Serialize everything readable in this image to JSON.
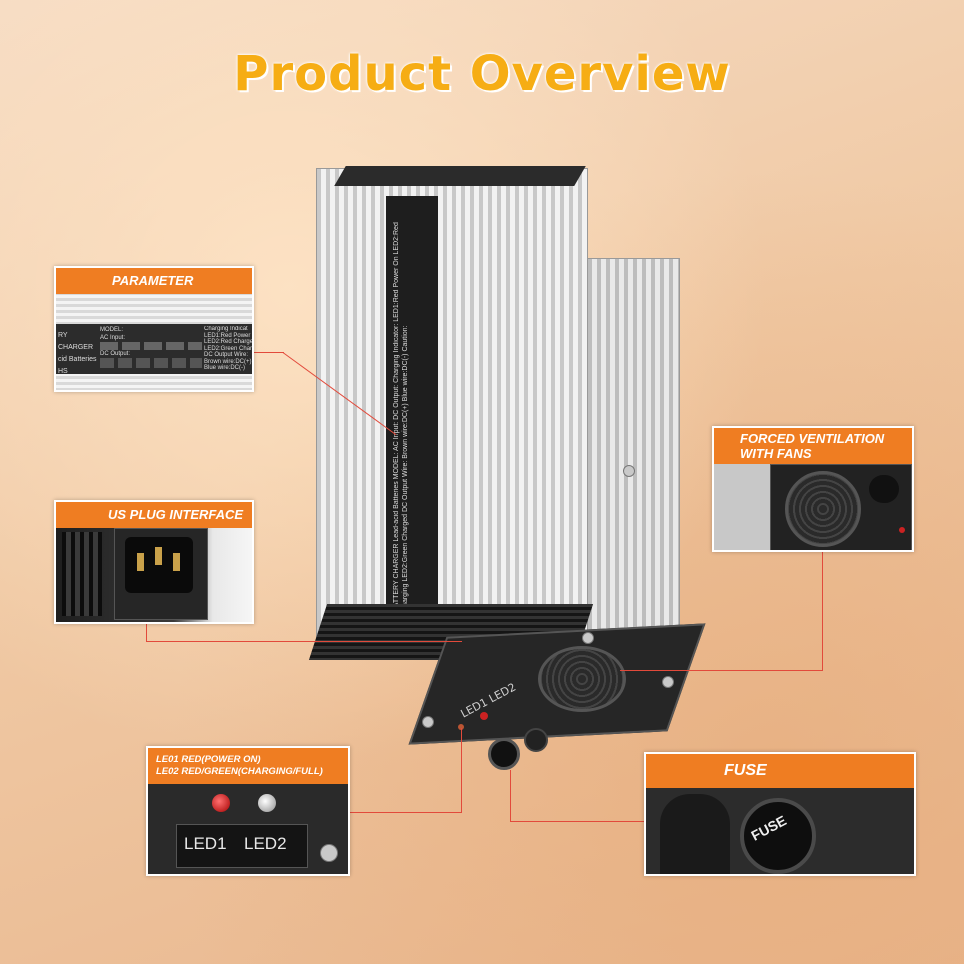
{
  "title": "Product Overview",
  "callouts": {
    "parameter": {
      "header": "PARAMETER",
      "label_lines": [
        "MODEL:",
        "AC Input:",
        "DC Output:",
        "Charging Indicat",
        "LED1:Red Power",
        "LED2:Red Charge",
        "LED2:Green Char",
        "DC Output Wire:",
        "Brown wire:DC(+)",
        "Blue wire:DC(-)"
      ],
      "side_lines": [
        "RY CHARGER",
        "cid Batteries",
        "HS"
      ]
    },
    "us_plug": {
      "header": "US PLUG INTERFACE"
    },
    "fans": {
      "header": "FORCED VENTILATION WITH FANS"
    },
    "led": {
      "header_line1": "LE01 RED(POWER ON)",
      "header_line2": "LE02 RED/GREEN(CHARGING/FULL)",
      "led1": "LED1",
      "led2": "LED2"
    },
    "fuse": {
      "header": "FUSE",
      "fuse_text": "FUSE"
    }
  },
  "device": {
    "label_text": "BATTERY CHARGER  Lead-acid Batteries  MODEL:  AC Input:  DC Output:  Charging Indicator:  LED1:Red Power On  LED2:Red Charging  LED2:Green Charged  DC Output Wire:  Brown wire:DC(+)  Blue wire:DC(-)  Caution:",
    "panel_label": "LED1 LED2",
    "colors": {
      "accent": "#ef7d22",
      "title": "#f6ad14",
      "leader": "#e24a3b"
    }
  }
}
